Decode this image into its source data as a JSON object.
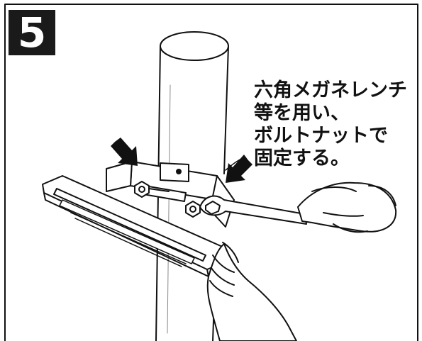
{
  "step": {
    "number": "5"
  },
  "instruction": {
    "lines": [
      "六角メガネレンチ",
      "等を用い、",
      "ボルトナットで",
      "固定する。"
    ]
  },
  "icons": {
    "arrow_left": "down-right-arrow-icon",
    "arrow_right": "down-left-arrow-icon"
  },
  "colors": {
    "line": "#111111",
    "badge": "#1a1a1a",
    "background": "#ffffff"
  }
}
